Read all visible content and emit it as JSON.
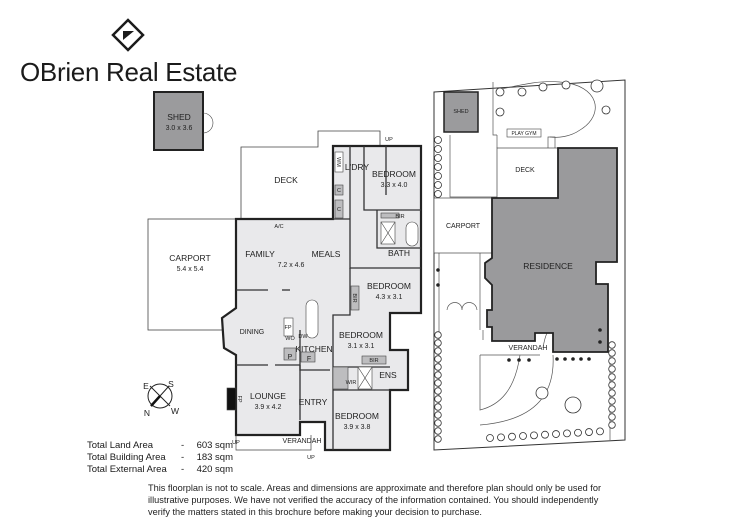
{
  "brand": {
    "name": "OBrien Real Estate",
    "logo_icon": "diamond-flag-logo"
  },
  "floorplan": {
    "shed": {
      "name": "SHED",
      "dim": "3.0 x 3.6"
    },
    "deck": {
      "name": "DECK"
    },
    "carport": {
      "name": "CARPORT",
      "dim": "5.4 x 5.4"
    },
    "laundry": {
      "name": "L'DRY"
    },
    "wm": "WM",
    "c1": "C",
    "c2": "C",
    "bedroom1": {
      "name": "BEDROOM",
      "dim": "3.3 x 4.0"
    },
    "bir1": "BIR",
    "bath": {
      "name": "BATH"
    },
    "ac": "A/C",
    "family": {
      "name": "FAMILY",
      "dim": "7.2 x 4.6"
    },
    "meals": {
      "name": "MEALS"
    },
    "bedroom2": {
      "name": "BEDROOM",
      "dim": "4.3 x 3.1"
    },
    "bir2": "BIR",
    "dining": {
      "name": "DINING"
    },
    "fp1": "FP",
    "wo": "WO",
    "dw": "DW",
    "kitchen": {
      "name": "KITCHEN"
    },
    "pantry": "P",
    "fridge": "F",
    "bedroom3": {
      "name": "BEDROOM",
      "dim": "3.1 x 3.1"
    },
    "bir3": "BIR",
    "ens": {
      "name": "ENS"
    },
    "wir": "WIR",
    "lounge": {
      "name": "LOUNGE",
      "dim": "3.9 x 4.2"
    },
    "fp2": "FP",
    "entry": {
      "name": "ENTRY"
    },
    "bedroom4": {
      "name": "BEDROOM",
      "dim": "3.9 x 3.8"
    },
    "verandah": {
      "name": "VERANDAH"
    },
    "up_labels": [
      "UP",
      "UP",
      "UP"
    ]
  },
  "compass": {
    "labels": [
      "E",
      "S",
      "N",
      "W"
    ]
  },
  "siteplan": {
    "shed": "SHED",
    "play_gym": "PLAY GYM",
    "deck": "DECK",
    "carport": "CARPORT",
    "residence": "RESIDENCE",
    "verandah": "VERANDAH"
  },
  "totals": [
    {
      "label": "Total Land Area",
      "sep": "-",
      "value": "603 sqm"
    },
    {
      "label": "Total Building Area",
      "sep": "-",
      "value": "183 sqm"
    },
    {
      "label": "Total External Area",
      "sep": "-",
      "value": "420 sqm"
    }
  ],
  "disclaimer": "This floorplan is not to scale. Areas and dimensions are approximate and therefore plan should only be used for illustrative purposes. We have not verified the accuracy of the information contained. You should independently verify the matters stated in this brochure before making your decision to purchase.",
  "colors": {
    "room_fill": "#e9e9eb",
    "wall": "#222222",
    "shed_fill": "#9b9b9d",
    "residence_fill": "#9a9a9c"
  }
}
